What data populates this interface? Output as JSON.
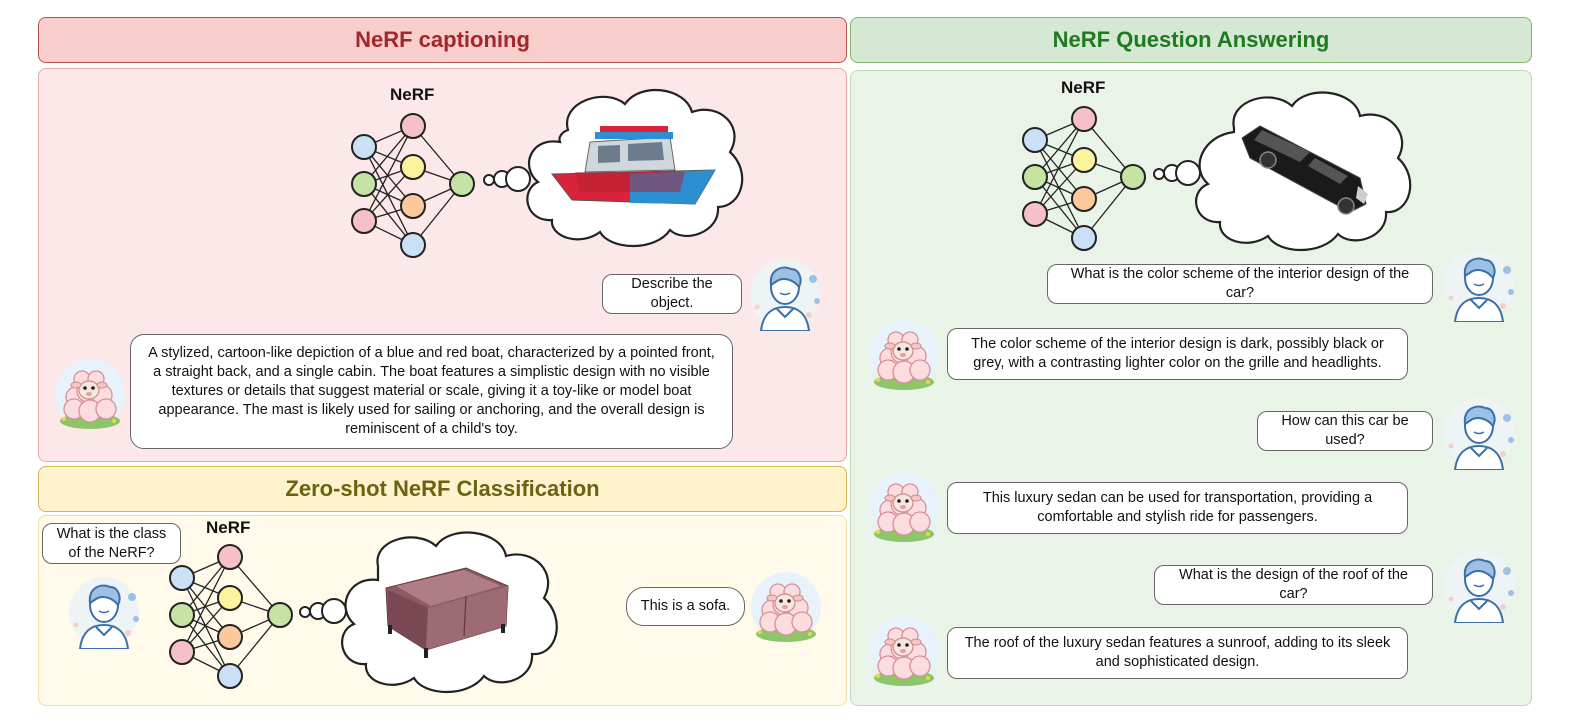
{
  "captioning": {
    "header": "NeRF captioning",
    "nerf_label": "NeRF",
    "question": "Describe the object.",
    "answer": "A stylized, cartoon-like depiction of a blue and red boat, characterized by a pointed front, a straight back, and a single cabin. The boat features a simplistic design with no visible textures or details that suggest material or scale, giving it a toy-like or model boat appearance. The mast is likely used for sailing or anchoring, and the overall design is reminiscent of a child's toy.",
    "object_icon": "boat-image"
  },
  "classification": {
    "header": "Zero-shot NeRF Classification",
    "nerf_label": "NeRF",
    "question": "What is the class of the NeRF?",
    "answer": "This is a sofa.",
    "object_icon": "sofa-image"
  },
  "qa": {
    "header": "NeRF Question Answering",
    "nerf_label": "NeRF",
    "object_icon": "car-image",
    "turns": [
      {
        "q": "What is the color scheme of the interior design of the car?",
        "a": "The color scheme of the interior design is dark, possibly black or grey, with a contrasting lighter color on the grille and headlights."
      },
      {
        "q": "How can this car be used?",
        "a": "This luxury sedan can be used for transportation, providing a comfortable and stylish ride for passengers."
      },
      {
        "q": "What is the design of the roof of the car?",
        "a": "The roof of the luxury sedan features a sunroof, adding to its sleek and sophisticated design."
      }
    ]
  },
  "colors": {
    "captioning_header_bg": "#f8cecc",
    "captioning_header_border": "#b85450",
    "captioning_title": "#a3262a",
    "captioning_body_bg": "#fce8e8",
    "classification_header_bg": "#fff2cc",
    "classification_header_border": "#d6b656",
    "classification_title": "#6b6212",
    "classification_body_bg": "#fffaea",
    "qa_header_bg": "#d5e8d4",
    "qa_header_border": "#82b366",
    "qa_title": "#1f7a1f",
    "qa_body_bg": "#eaf3e8"
  }
}
